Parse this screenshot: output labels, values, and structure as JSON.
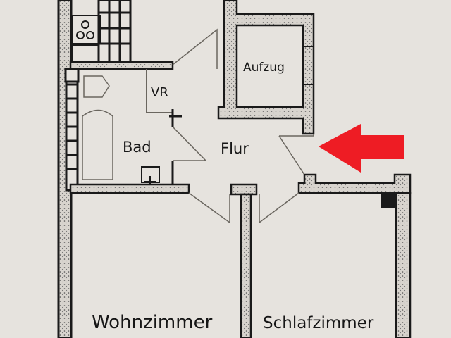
{
  "plan": {
    "rooms": [
      {
        "id": "aufzug",
        "label": "Aufzug"
      },
      {
        "id": "vr",
        "label": "VR"
      },
      {
        "id": "bad",
        "label": "Bad"
      },
      {
        "id": "flur",
        "label": "Flur"
      },
      {
        "id": "wohnzimmer",
        "label": "Wohnzimmer"
      },
      {
        "id": "schlafzimmer",
        "label": "Schlafzimmer"
      }
    ],
    "marker": {
      "type": "arrow-left",
      "color": "#ee1c24"
    },
    "colors": {
      "background": "#e6e3de",
      "wall": "#1a1a1a",
      "wall_fill": "#d9d6d0"
    }
  }
}
